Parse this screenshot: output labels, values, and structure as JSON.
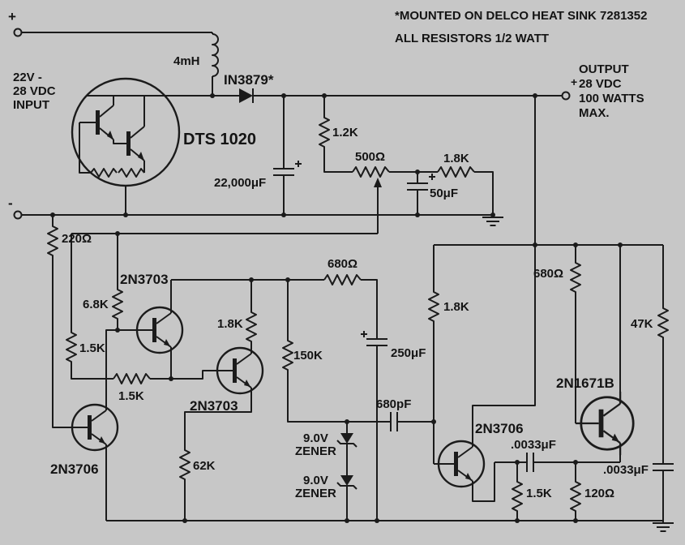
{
  "page": {
    "background": "#c7c7c7",
    "ink": "#1b1b1b"
  },
  "notes": {
    "heatsink": "*MOUNTED ON DELCO HEAT SINK 7281352",
    "resistors": "ALL RESISTORS 1/2 WATT"
  },
  "input": {
    "polarity_top": "+",
    "polarity_bottom": "-",
    "lines": [
      "22V -",
      "28 VDC",
      "INPUT"
    ]
  },
  "output": {
    "polarity": "+",
    "lines": [
      "OUTPUT",
      "28 VDC",
      "100 WATTS",
      "MAX."
    ]
  },
  "components": {
    "inductor": "4mH",
    "diode": "IN3879*",
    "pass_device": "DTS 1020",
    "r_1_2k": "1.2K",
    "pot": "500Ω",
    "r_1_8k_top": "1.8K",
    "c_22000uf": "22,000μF",
    "c_50uf": "50μF",
    "r_220": "220Ω",
    "q1": "2N3703",
    "r_6_8k": "6.8K",
    "r_1_5k_left": "1.5K",
    "r_1_5k_mid": "1.5K",
    "q2": "2N3706",
    "r_62k": "62K",
    "r_1_8k_mid": "1.8K",
    "q3": "2N3703",
    "r_150k": "150K",
    "r_680_mid": "680Ω",
    "c_250uf": "250μF",
    "c_680pf": "680pF",
    "zener1": {
      "value": "9.0V",
      "type": "ZENER"
    },
    "zener2": {
      "value": "9.0V",
      "type": "ZENER"
    },
    "r_1_8k_right": "1.8K",
    "q4": "2N3706",
    "c_0033_mid": ".0033μF",
    "r_1_5k_bot": "1.5K",
    "r_120": "120Ω",
    "r_680_right": "680Ω",
    "r_47k": "47K",
    "q5": "2N1671B",
    "c_0033_right": ".0033μF"
  }
}
